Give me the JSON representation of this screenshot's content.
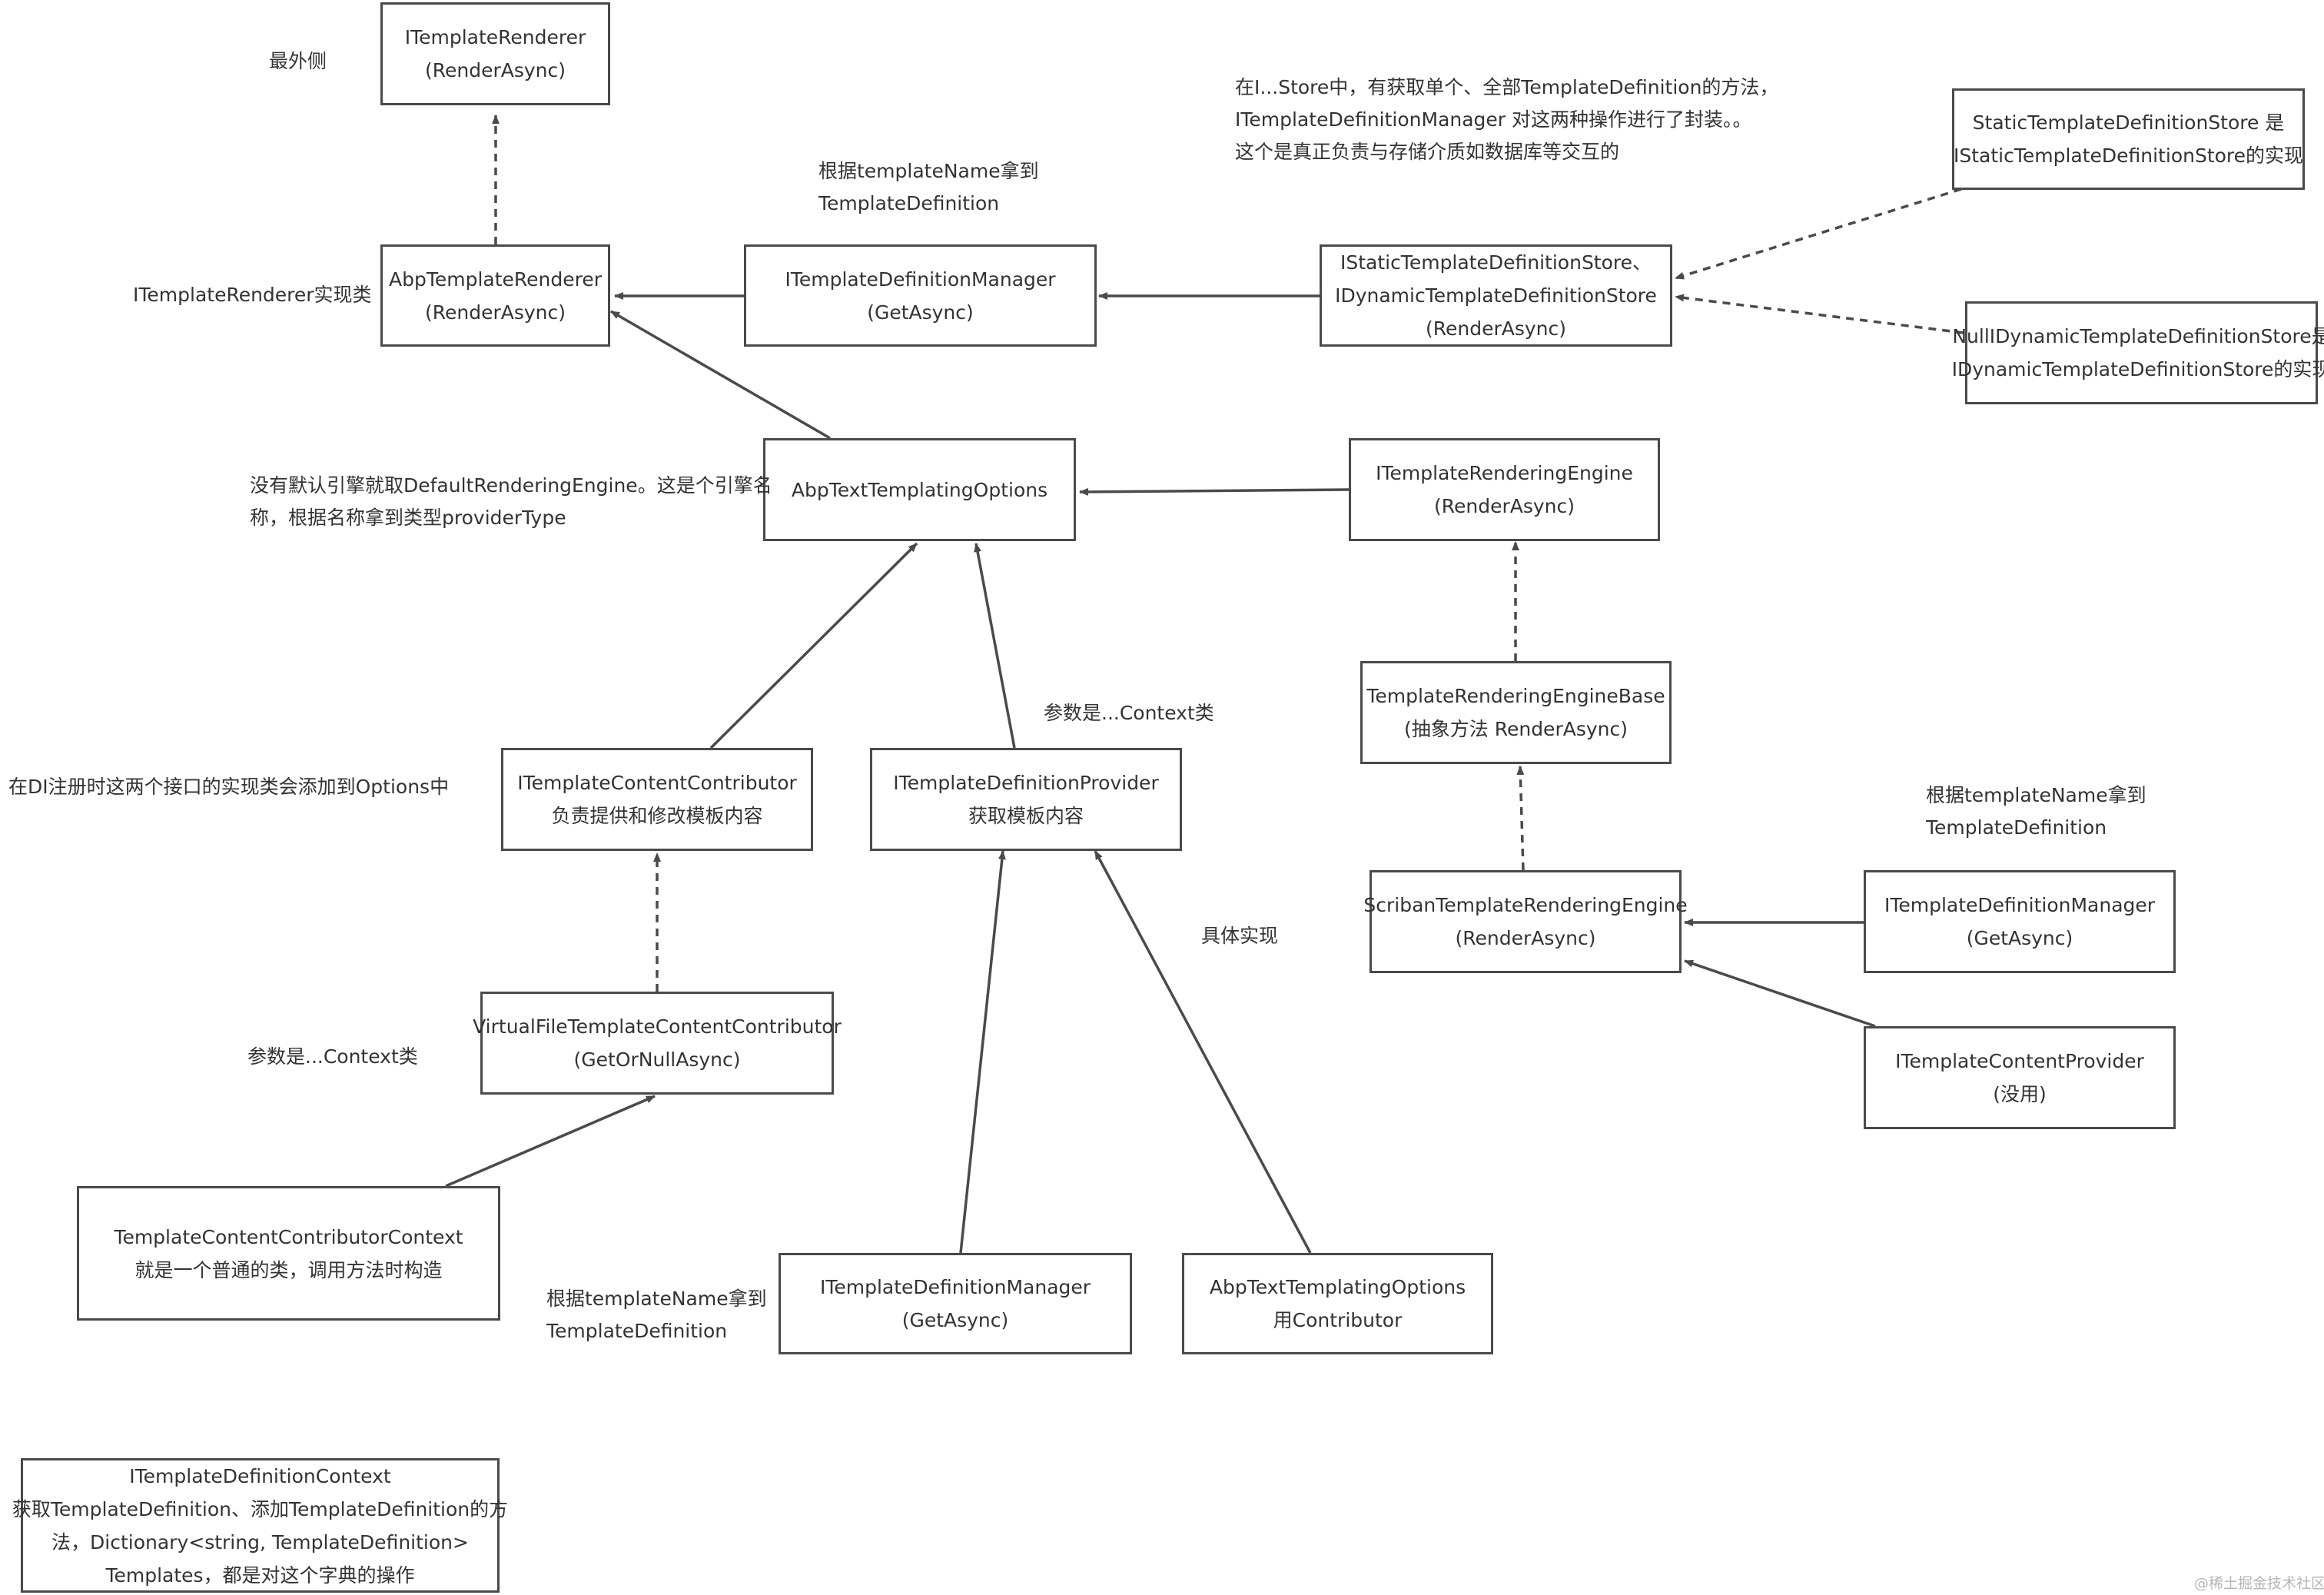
{
  "nodes": {
    "renderer": {
      "line1": "ITemplateRenderer",
      "line2": "(RenderAsync)"
    },
    "abp_renderer": {
      "line1": "AbpTemplateRenderer",
      "line2": "(RenderAsync)"
    },
    "def_manager_top": {
      "line1": "ITemplateDefinitionManager",
      "line2": "(GetAsync)"
    },
    "static_dynamic_store": {
      "line1": "IStaticTemplateDefinitionStore、",
      "line2": "IDynamicTemplateDefinitionStore",
      "line3": "(RenderAsync)"
    },
    "static_store_impl": {
      "line1": "StaticTemplateDefinitionStore 是",
      "line2": "IStaticTemplateDefinitionStore的实现"
    },
    "null_dynamic_store_impl": {
      "line1": "NullIDynamicTemplateDefinitionStore是",
      "line2": "IDynamicTemplateDefinitionStore的实现"
    },
    "options_main": {
      "line1": "AbpTextTemplatingOptions"
    },
    "rendering_engine": {
      "line1": "ITemplateRenderingEngine",
      "line2": "(RenderAsync)"
    },
    "engine_base": {
      "line1": "TemplateRenderingEngineBase",
      "line2": "(抽象方法 RenderAsync)"
    },
    "content_contributor": {
      "line1": "ITemplateContentContributor",
      "line2": "负责提供和修改模板内容"
    },
    "definition_provider": {
      "line1": "ITemplateDefinitionProvider",
      "line2": "获取模板内容"
    },
    "scriban_engine": {
      "line1": "ScribanTemplateRenderingEngine",
      "line2": "(RenderAsync)"
    },
    "def_manager_right": {
      "line1": "ITemplateDefinitionManager",
      "line2": "(GetAsync)"
    },
    "content_provider": {
      "line1": "ITemplateContentProvider",
      "line2": "(没用)"
    },
    "vf_contributor": {
      "line1": "VirtualFileTemplateContentContributor",
      "line2": "(GetOrNullAsync)"
    },
    "contributor_context": {
      "line1": "TemplateContentContributorContext",
      "line2": "就是一个普通的类，调用方法时构造"
    },
    "def_manager_bottom": {
      "line1": "ITemplateDefinitionManager",
      "line2": "(GetAsync)"
    },
    "options_contributor": {
      "line1": "AbpTextTemplatingOptions",
      "line2": "用Contributor"
    },
    "definition_context": {
      "line1": "ITemplateDefinitionContext",
      "line2": "获取TemplateDefinition、添加TemplateDefinition的方",
      "line3": "法，Dictionary<string, TemplateDefinition>",
      "line4": "Templates，都是对这个字典的操作"
    }
  },
  "notes": {
    "outermost": "最外侧",
    "renderer_impl": "ITemplateRenderer实现类",
    "by_name_top_1": "根据templateName拿到",
    "by_name_top_2": "TemplateDefinition",
    "store_1": "在I...Store中，有获取单个、全部TemplateDefinition的方法，",
    "store_2": "ITemplateDefinitionManager 对这两种操作进行了封装。。",
    "store_3": "这个是真正负责与存储介质如数据库等交互的",
    "default_engine_1": "没有默认引擎就取DefaultRenderingEngine。这是个引擎名",
    "default_engine_2": "称，根据名称拿到类型providerType",
    "context_param_mid": "参数是...Context类",
    "di_register": "在DI注册时这两个接口的实现类会添加到Options中",
    "by_name_right_1": "根据templateName拿到",
    "by_name_right_2": "TemplateDefinition",
    "concrete_impl": "具体实现",
    "context_param_left": "参数是...Context类",
    "by_name_bottom_1": "根据templateName拿到",
    "by_name_bottom_2": "TemplateDefinition"
  },
  "watermark": "@稀土掘金技术社区",
  "colors": {
    "line": "#4a4a4a",
    "text": "#333333",
    "watermark": "#b5b5b5"
  }
}
